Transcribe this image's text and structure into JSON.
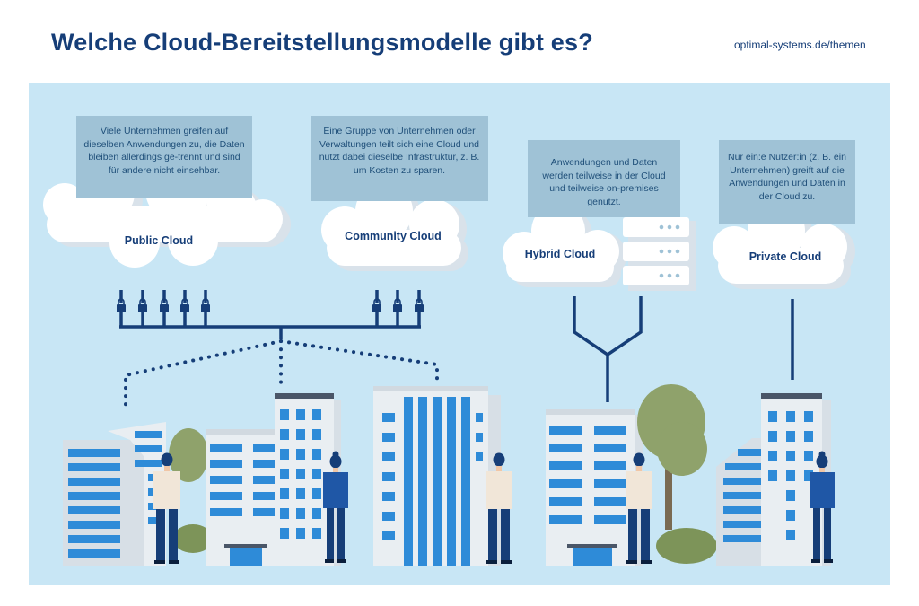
{
  "header": {
    "title": "Welche Cloud-Bereitstellungsmodelle gibt es?",
    "url": "optimal-systems.de/themen"
  },
  "models": [
    {
      "name": "Public Cloud",
      "description": "Viele Unternehmen greifen auf dieselben Anwendungen zu, die Daten bleiben allerdings ge-trennt und sind für andere nicht einsehbar."
    },
    {
      "name": "Community Cloud",
      "description": "Eine Gruppe von Unternehmen oder Verwaltungen teilt sich eine Cloud und nutzt dabei dieselbe Infrastruktur, z. B. um Kosten zu sparen."
    },
    {
      "name": "Hybrid Cloud",
      "description": "Anwendungen und Daten werden teilweise in der Cloud und teilweise on-premises genutzt."
    },
    {
      "name": "Private Cloud",
      "description": "Nur ein:e Nutzer:in (z. B. ein Unternehmen) greift auf die Anwendungen und Daten in der Cloud zu."
    }
  ],
  "colors": {
    "title": "#163e78",
    "panel": "#c8e6f5",
    "infobox": "#9fc2d6",
    "building_window": "#2e8bd8",
    "line": "#163e78",
    "tree": "#8fa26b"
  }
}
